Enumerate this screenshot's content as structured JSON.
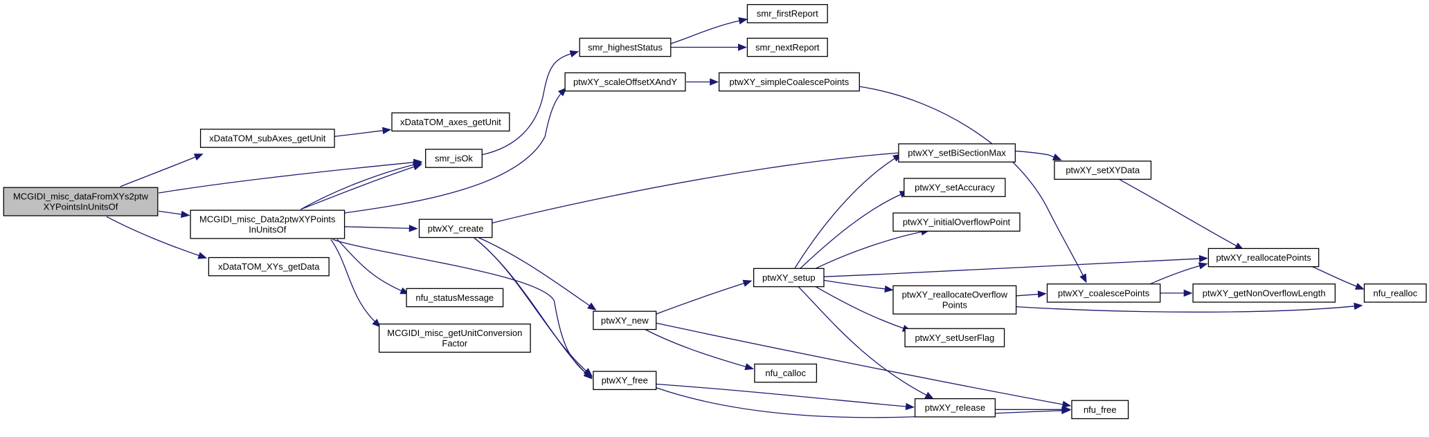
{
  "graph": {
    "nodes": [
      {
        "id": "root",
        "lines": [
          "MCGIDI_misc_dataFromXYs2ptw",
          "XYPointsInUnitsOf"
        ],
        "root": true
      },
      {
        "id": "subAxes",
        "lines": [
          "xDataTOM_subAxes_getUnit"
        ]
      },
      {
        "id": "axesUnit",
        "lines": [
          "xDataTOM_axes_getUnit"
        ]
      },
      {
        "id": "isOk",
        "lines": [
          "smr_isOk"
        ]
      },
      {
        "id": "data2ptw",
        "lines": [
          "MCGIDI_misc_Data2ptwXYPoints",
          "InUnitsOf"
        ]
      },
      {
        "id": "xysData",
        "lines": [
          "xDataTOM_XYs_getData"
        ]
      },
      {
        "id": "highest",
        "lines": [
          "smr_highestStatus"
        ]
      },
      {
        "id": "firstRep",
        "lines": [
          "smr_firstReport"
        ]
      },
      {
        "id": "nextRep",
        "lines": [
          "smr_nextReport"
        ]
      },
      {
        "id": "scaleOff",
        "lines": [
          "ptwXY_scaleOffsetXAndY"
        ]
      },
      {
        "id": "simpleCoal",
        "lines": [
          "ptwXY_simpleCoalescePoints"
        ]
      },
      {
        "id": "create",
        "lines": [
          "ptwXY_create"
        ]
      },
      {
        "id": "statusMsg",
        "lines": [
          "nfu_statusMessage"
        ]
      },
      {
        "id": "convFactor",
        "lines": [
          "MCGIDI_misc_getUnitConversion",
          "Factor"
        ]
      },
      {
        "id": "new",
        "lines": [
          "ptwXY_new"
        ]
      },
      {
        "id": "free",
        "lines": [
          "ptwXY_free"
        ]
      },
      {
        "id": "setup",
        "lines": [
          "ptwXY_setup"
        ]
      },
      {
        "id": "calloc",
        "lines": [
          "nfu_calloc"
        ]
      },
      {
        "id": "biSection",
        "lines": [
          "ptwXY_setBiSectionMax"
        ]
      },
      {
        "id": "accuracy",
        "lines": [
          "ptwXY_setAccuracy"
        ]
      },
      {
        "id": "initOverflow",
        "lines": [
          "ptwXY_initialOverflowPoint"
        ]
      },
      {
        "id": "reallocOverflow",
        "lines": [
          "ptwXY_reallocateOverflow",
          "Points"
        ]
      },
      {
        "id": "userFlag",
        "lines": [
          "ptwXY_setUserFlag"
        ]
      },
      {
        "id": "release",
        "lines": [
          "ptwXY_release"
        ]
      },
      {
        "id": "setXY",
        "lines": [
          "ptwXY_setXYData"
        ]
      },
      {
        "id": "coalesce",
        "lines": [
          "ptwXY_coalescePoints"
        ]
      },
      {
        "id": "reallocPts",
        "lines": [
          "ptwXY_reallocatePoints"
        ]
      },
      {
        "id": "nonOverflow",
        "lines": [
          "ptwXY_getNonOverflowLength"
        ]
      },
      {
        "id": "realloc",
        "lines": [
          "nfu_realloc"
        ]
      },
      {
        "id": "nfuFree",
        "lines": [
          "nfu_free"
        ]
      }
    ]
  }
}
